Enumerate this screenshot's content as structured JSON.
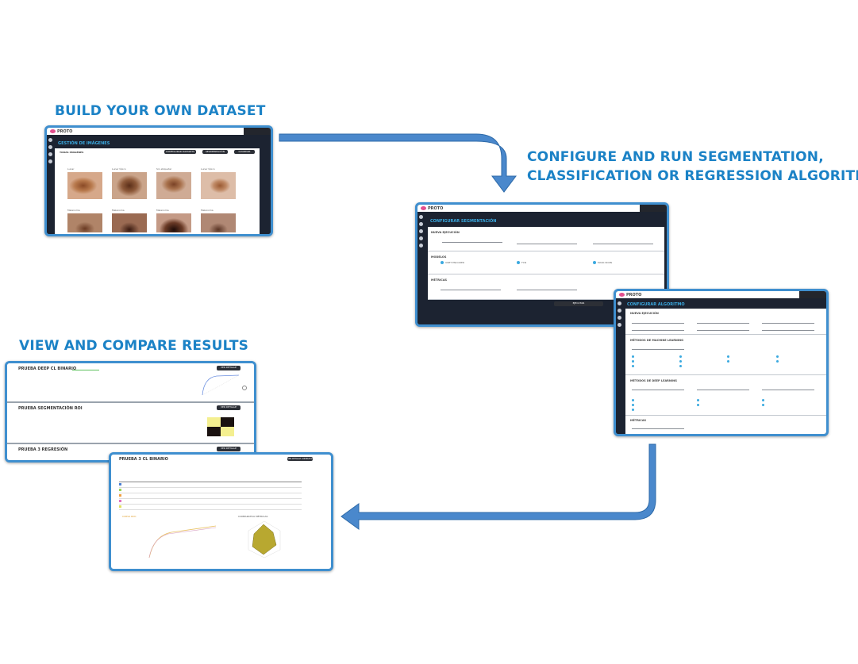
{
  "headlines": {
    "build": "BUILD YOUR OWN DATASET",
    "configure_line1": "CONFIGURE AND RUN SEGMENTATION,",
    "configure_line2": "CLASSIFICATION OR REGRESSION ALGORITHMS",
    "view": "VIEW AND COMPARE RESULTS"
  },
  "app": {
    "name": "PROTO",
    "accent_color": "#3aa9e0",
    "brand_color": "#e24f8e",
    "headline_color": "#1b82c6",
    "arrow_color": "#4a88cc"
  },
  "dataset_screen": {
    "section_title": "GESTIÓN DE IMÁGENES",
    "filter_label": "TODAS IMÁGENES",
    "buttons": [
      "CONFIGURAR DATASETS",
      "SEGMENTACIÓN",
      "GUARDAR"
    ],
    "image_labels": [
      "Lunar",
      "Lunar típico",
      "Sin etiquetar",
      "Lunar típico",
      "Melanoma",
      "Melanoma",
      "Melanoma",
      "Melanoma"
    ]
  },
  "segmentation_screen": {
    "title": "CONFIGURAR SEGMENTACIÓN",
    "sections": [
      "NUEVA EJECUCIÓN",
      "MODELOS",
      "MÉTRICAS"
    ],
    "models": [
      "UNET ENCODER",
      "FCN",
      "MASK RCNN"
    ],
    "run_button": "EJECUTAR"
  },
  "algorithm_screen": {
    "title": "CONFIGURAR ALGORITMO",
    "sections": [
      "NUEVA EJECUCIÓN",
      "MÉTODOS DE MACHINE LEARNING",
      "MÉTODOS DE DEEP LEARNING",
      "MÉTRICAS"
    ]
  },
  "results_screen": {
    "cards": [
      {
        "title": "PRUEBA DEEP CL BINARIO",
        "button": "VER DETALLE"
      },
      {
        "title": "PRUEBA SEGMENTACIÓN ROI",
        "button": "VER DETALLE"
      },
      {
        "title": "PRUEBA 3 REGRESIÓN",
        "button": "VER DETALLE"
      }
    ]
  },
  "detail_screen": {
    "title": "PRUEBA 3 CL BINARIO",
    "button": "VER DETALLE COMPLETO",
    "chart_labels": [
      "CURVA ROC",
      "COMPARATIVA MÉTRICAS"
    ],
    "legend_colors": [
      "#4a7fd4",
      "#9bd35a",
      "#f0a040",
      "#e070c0",
      "#e0e060",
      "#f0d060"
    ]
  }
}
